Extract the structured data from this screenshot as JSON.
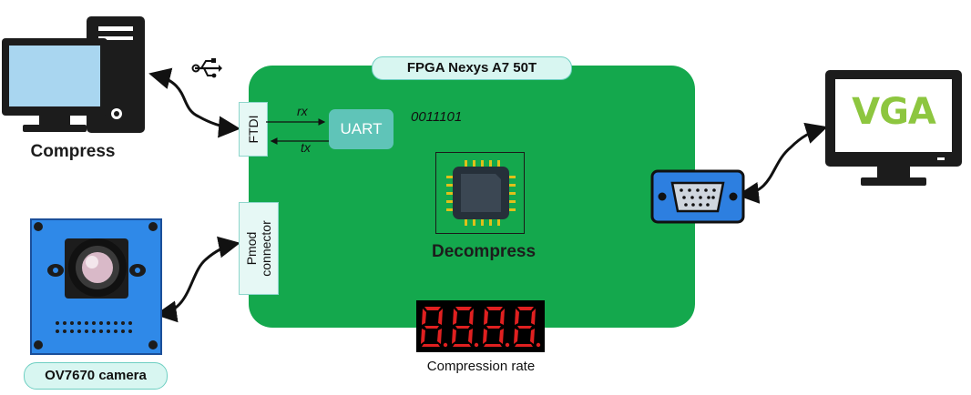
{
  "board": {
    "title": "FPGA Nexys A7 50T",
    "color": "#14a84d"
  },
  "ftdi": {
    "label": "FTDI"
  },
  "pmod": {
    "label_line1": "Pmod",
    "label_line2": "connector"
  },
  "uart": {
    "label": "UART",
    "rx": "rx",
    "tx": "tx",
    "bits": "0011101"
  },
  "chip": {
    "label": "Decompress"
  },
  "pc": {
    "label": "Compress"
  },
  "camera": {
    "label": "OV7670 camera"
  },
  "vga": {
    "text": "VGA",
    "text_color": "#8dc63f"
  },
  "display": {
    "digits": "8.8.8.8.",
    "caption": "Compression rate",
    "segment_color": "#e02020"
  },
  "icons": [
    "computer-tower-icon",
    "usb-icon",
    "camera-module-icon",
    "vga-connector-icon",
    "monitor-icon",
    "microchip-icon",
    "seven-segment-display-icon"
  ]
}
